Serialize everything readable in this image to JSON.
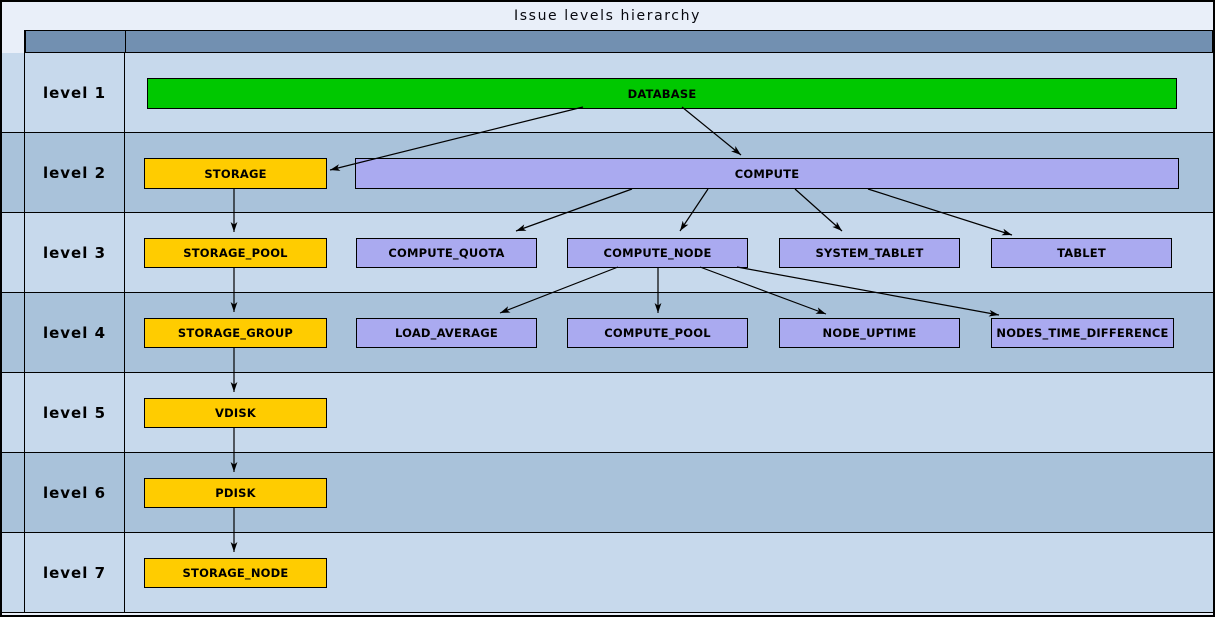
{
  "title": "Issue levels hierarchy",
  "colors": {
    "title_background": "#e9eff9",
    "header_background": "#7290b1",
    "row_light": "#c7d9ec",
    "row_dark": "#a9c2da",
    "node_green": "#00c800",
    "node_yellow": "#ffcc00",
    "node_purple": "#aaaaf0",
    "border": "#000000"
  },
  "levels": [
    {
      "label": "level 1"
    },
    {
      "label": "level 2"
    },
    {
      "label": "level 3"
    },
    {
      "label": "level 4"
    },
    {
      "label": "level 5"
    },
    {
      "label": "level 6"
    },
    {
      "label": "level 7"
    }
  ],
  "nodes": {
    "database": {
      "label": "DATABASE",
      "level": 1,
      "color": "green"
    },
    "storage": {
      "label": "STORAGE",
      "level": 2,
      "color": "yellow"
    },
    "compute": {
      "label": "COMPUTE",
      "level": 2,
      "color": "purple"
    },
    "storage_pool": {
      "label": "STORAGE_POOL",
      "level": 3,
      "color": "yellow"
    },
    "compute_quota": {
      "label": "COMPUTE_QUOTA",
      "level": 3,
      "color": "purple"
    },
    "compute_node": {
      "label": "COMPUTE_NODE",
      "level": 3,
      "color": "purple"
    },
    "system_tablet": {
      "label": "SYSTEM_TABLET",
      "level": 3,
      "color": "purple"
    },
    "tablet": {
      "label": "TABLET",
      "level": 3,
      "color": "purple"
    },
    "storage_group": {
      "label": "STORAGE_GROUP",
      "level": 4,
      "color": "yellow"
    },
    "load_average": {
      "label": "LOAD_AVERAGE",
      "level": 4,
      "color": "purple"
    },
    "compute_pool": {
      "label": "COMPUTE_POOL",
      "level": 4,
      "color": "purple"
    },
    "node_uptime": {
      "label": "NODE_UPTIME",
      "level": 4,
      "color": "purple"
    },
    "nodes_time_difference": {
      "label": "NODES_TIME_DIFFERENCE",
      "level": 4,
      "color": "purple"
    },
    "vdisk": {
      "label": "VDISK",
      "level": 5,
      "color": "yellow"
    },
    "pdisk": {
      "label": "PDISK",
      "level": 6,
      "color": "yellow"
    },
    "storage_node": {
      "label": "STORAGE_NODE",
      "level": 7,
      "color": "yellow"
    }
  },
  "edges": [
    {
      "from": "database",
      "to": "storage"
    },
    {
      "from": "database",
      "to": "compute"
    },
    {
      "from": "storage",
      "to": "storage_pool"
    },
    {
      "from": "storage_pool",
      "to": "storage_group"
    },
    {
      "from": "storage_group",
      "to": "vdisk"
    },
    {
      "from": "vdisk",
      "to": "pdisk"
    },
    {
      "from": "pdisk",
      "to": "storage_node"
    },
    {
      "from": "compute",
      "to": "compute_quota"
    },
    {
      "from": "compute",
      "to": "compute_node"
    },
    {
      "from": "compute",
      "to": "system_tablet"
    },
    {
      "from": "compute",
      "to": "tablet"
    },
    {
      "from": "compute_node",
      "to": "load_average"
    },
    {
      "from": "compute_node",
      "to": "compute_pool"
    },
    {
      "from": "compute_node",
      "to": "node_uptime"
    },
    {
      "from": "compute_node",
      "to": "nodes_time_difference"
    }
  ]
}
